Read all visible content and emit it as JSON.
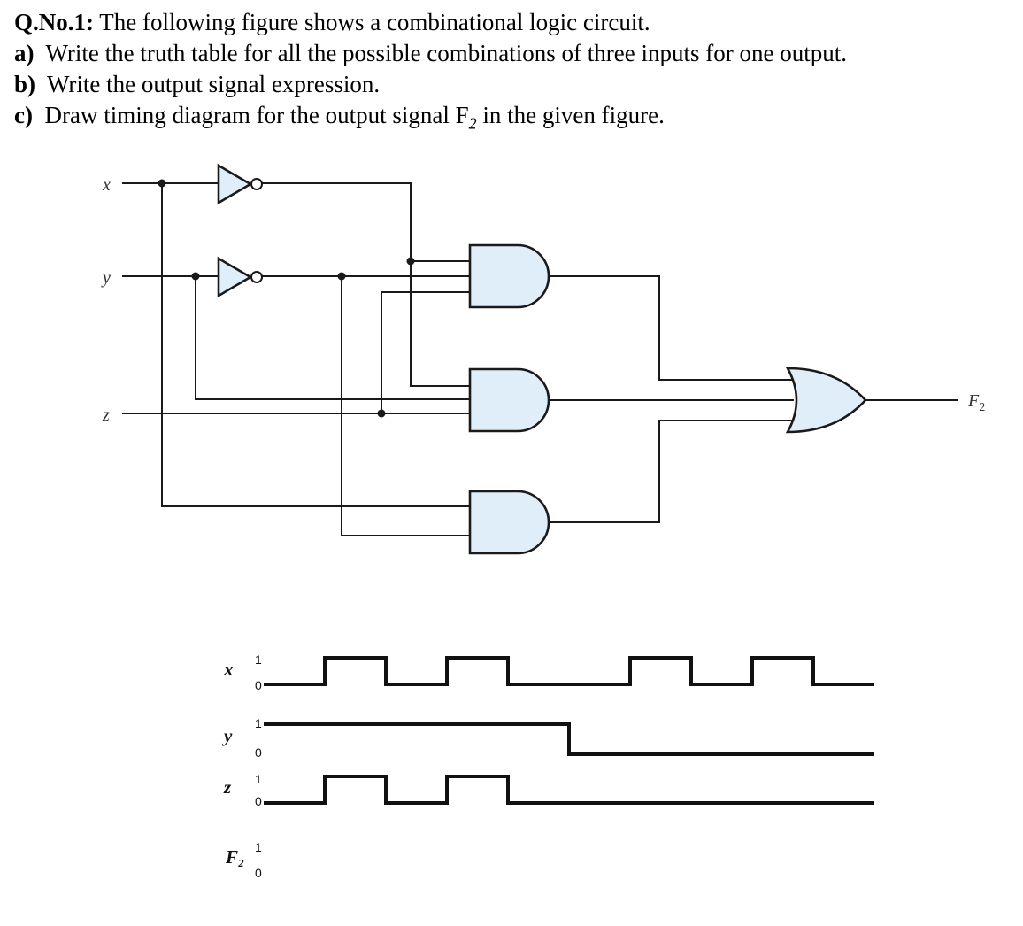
{
  "question": {
    "prefix": "Q.No.1:",
    "text": " The following figure shows a combinational logic circuit.",
    "parts": [
      {
        "label": "a)",
        "text": "Write the truth table for all the possible combinations of three inputs for one output."
      },
      {
        "label": "b)",
        "text": "Write the output signal expression."
      },
      {
        "label": "c)",
        "text": "Draw timing diagram for the output signal F",
        "sub": "2",
        "tail": " in the given figure."
      }
    ]
  },
  "circuit": {
    "inputs": [
      "x",
      "y",
      "z"
    ],
    "output": {
      "name": "F",
      "sub": "2"
    },
    "gates": [
      "not-x",
      "not-y",
      "and-1",
      "and-2",
      "and-3",
      "or-1"
    ],
    "gate_fill": "#dfeef9"
  },
  "timing": {
    "levels": {
      "high": "1",
      "low": "0"
    },
    "signals": [
      {
        "name": "x",
        "steps": [
          0,
          1,
          0,
          1,
          0,
          0,
          1,
          0,
          1,
          0
        ]
      },
      {
        "name": "y",
        "steps": [
          1,
          1,
          1,
          1,
          1,
          0,
          0,
          0,
          0,
          0
        ]
      },
      {
        "name": "z",
        "steps": [
          0,
          1,
          0,
          1,
          0,
          0,
          0,
          0,
          0,
          0
        ]
      },
      {
        "name": "F₂",
        "steps": null
      }
    ]
  }
}
